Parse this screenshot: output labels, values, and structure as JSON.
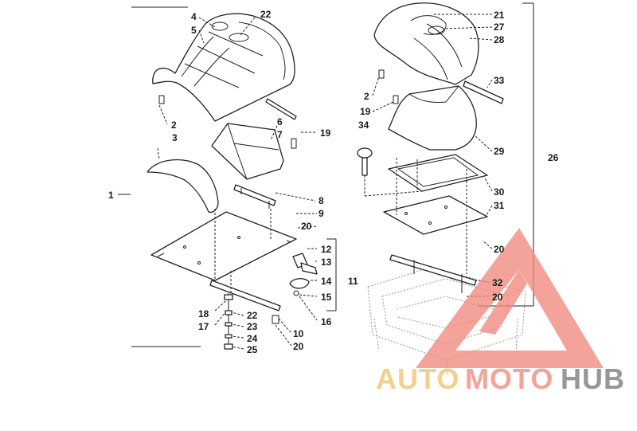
{
  "diagram": {
    "callouts": [
      "1",
      "2",
      "2",
      "3",
      "4",
      "5",
      "6",
      "7",
      "8",
      "9",
      "10",
      "11",
      "12",
      "13",
      "14",
      "15",
      "16",
      "17",
      "18",
      "19",
      "19",
      "20",
      "20",
      "20",
      "20",
      "20",
      "21",
      "22",
      "22",
      "23",
      "24",
      "25",
      "26",
      "27",
      "28",
      "29",
      "30",
      "31",
      "32",
      "33",
      "34"
    ]
  },
  "watermark": {
    "part1": "AUTO",
    "part2": "MOTO",
    "part3": "HUB",
    "colors": {
      "auto": "#f2c46d",
      "moto": "#f08a7e",
      "hub": "#7a7a7a",
      "triangle": "#f08a7e"
    }
  }
}
